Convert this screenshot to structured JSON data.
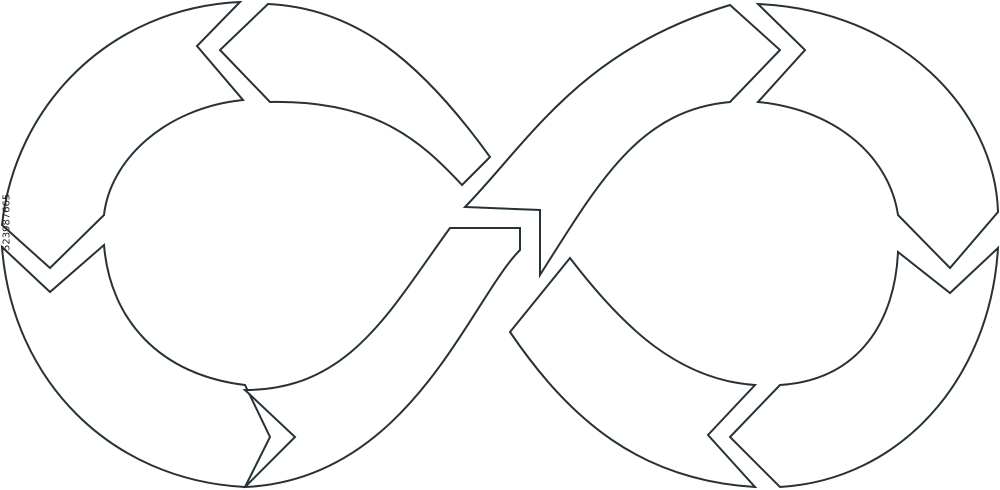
{
  "colors": {
    "background": "#ffffff",
    "outline": "#263238",
    "fill": "#ffffff"
  },
  "diagram": {
    "shape": "infinity-loop-of-eight-arrows",
    "segment_count": 8,
    "label_text": ""
  },
  "watermark": {
    "vertical_id": "523987665"
  }
}
